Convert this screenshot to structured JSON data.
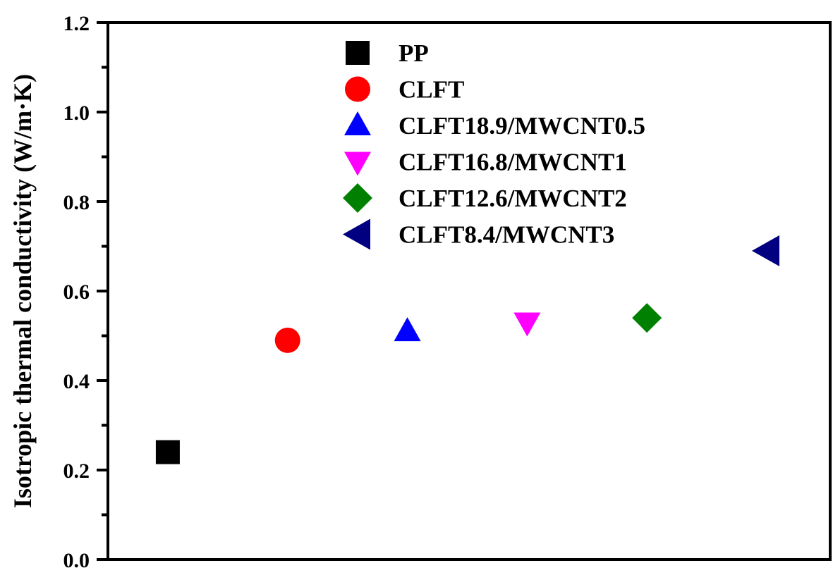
{
  "chart_data": {
    "type": "scatter",
    "title": "",
    "xlabel": "",
    "ylabel": "Isotropic thermal conductivity (W/m·K)",
    "xlim": [
      0.5,
      6.53
    ],
    "ylim": [
      0.0,
      1.2
    ],
    "yticks": [
      "0.0",
      "0.2",
      "0.4",
      "0.6",
      "0.8",
      "1.0",
      "1.2"
    ],
    "grid": false,
    "legend_placement": "top-center",
    "series": [
      {
        "name": "PP",
        "x": 1,
        "y": 0.24,
        "marker": "square",
        "color": "#000000"
      },
      {
        "name": "CLFT",
        "x": 2,
        "y": 0.49,
        "marker": "circle",
        "color": "#ff0000"
      },
      {
        "name": "CLFT18.9/MWCNT0.5",
        "x": 3,
        "y": 0.51,
        "marker": "triangle-up",
        "color": "#0000ff"
      },
      {
        "name": "CLFT16.8/MWCNT1",
        "x": 4,
        "y": 0.53,
        "marker": "triangle-down",
        "color": "#ff00ff"
      },
      {
        "name": "CLFT12.6/MWCNT2",
        "x": 5,
        "y": 0.54,
        "marker": "diamond",
        "color": "#008000"
      },
      {
        "name": "CLFT8.4/MWCNT3",
        "x": 6,
        "y": 0.69,
        "marker": "triangle-left",
        "color": "#000080"
      }
    ]
  }
}
